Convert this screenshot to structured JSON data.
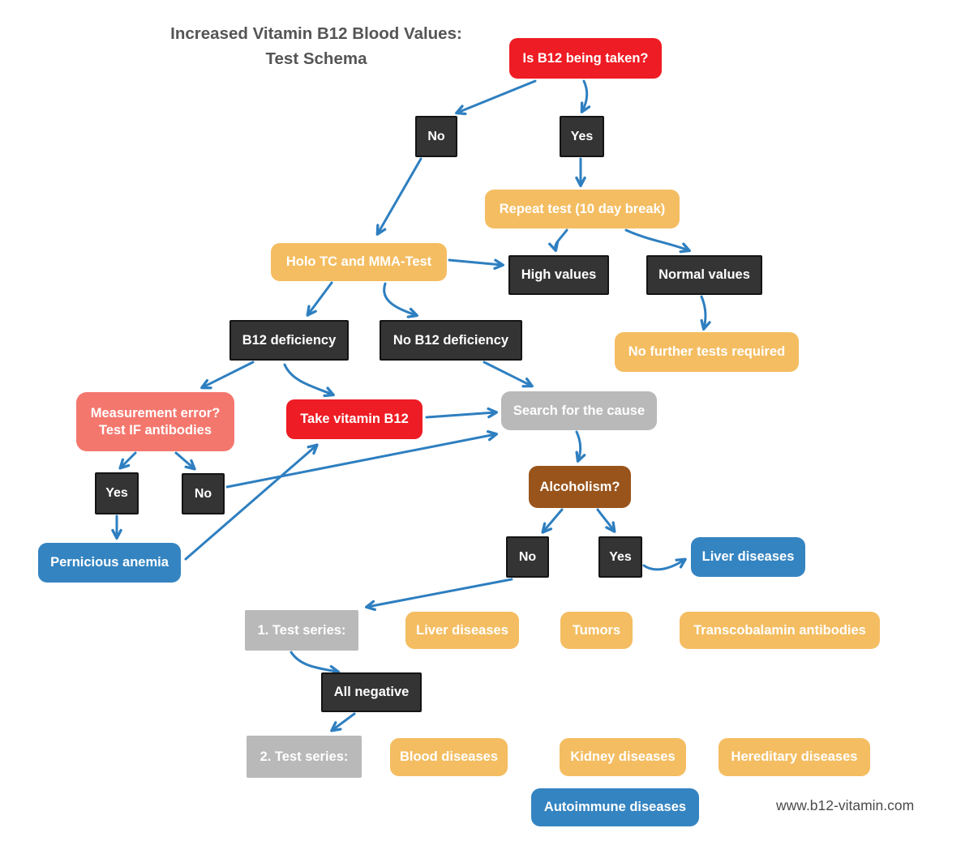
{
  "title": {
    "line1": "Increased Vitamin B12 Blood Values:",
    "line2": "Test Schema"
  },
  "footer": {
    "website": "www.b12-vitamin.com"
  },
  "colors": {
    "question_red": "#ee1c24",
    "action_orange": "#f4bd61",
    "decision_dark": "#343434",
    "neutral_gray": "#b9b9b9",
    "result_blue": "#3484c1",
    "warning_salmon": "#f4776e",
    "alcohol_brown": "#99541b",
    "arrow_blue": "#2e7fc0",
    "title_gray": "#555555",
    "text_white": "#ffffff"
  },
  "nodes": {
    "is_b12_taken": {
      "label": "Is B12 being taken?"
    },
    "no_top": {
      "label": "No"
    },
    "yes_top": {
      "label": "Yes"
    },
    "repeat_test": {
      "label": "Repeat test (10 day break)"
    },
    "holo_tc": {
      "label": "Holo TC and MMA-Test"
    },
    "high_values": {
      "label": "High values"
    },
    "normal_values": {
      "label": "Normal values"
    },
    "no_further_tests": {
      "label": "No further tests required"
    },
    "b12_deficiency": {
      "label": "B12 deficiency"
    },
    "no_b12_deficiency": {
      "label": "No B12 deficiency"
    },
    "measurement_error": {
      "line1": "Measurement error?",
      "line2": "Test IF antibodies"
    },
    "take_vitamin_b12": {
      "label": "Take vitamin B12"
    },
    "search_cause": {
      "label": "Search for the cause"
    },
    "yes_if": {
      "label": "Yes"
    },
    "no_if": {
      "label": "No"
    },
    "pernicious_anemia": {
      "label": "Pernicious anemia"
    },
    "alcoholism": {
      "label": "Alcoholism?"
    },
    "no_alcohol": {
      "label": "No"
    },
    "yes_alcohol": {
      "label": "Yes"
    },
    "liver_diseases_result": {
      "label": "Liver diseases"
    },
    "test_series_1": {
      "label": "1. Test series:"
    },
    "liver_diseases": {
      "label": "Liver diseases"
    },
    "tumors": {
      "label": "Tumors"
    },
    "transcobalamin_antibodies": {
      "label": "Transcobalamin antibodies"
    },
    "all_negative": {
      "label": "All negative"
    },
    "test_series_2": {
      "label": "2. Test series:"
    },
    "blood_diseases": {
      "label": "Blood diseases"
    },
    "kidney_diseases": {
      "label": "Kidney diseases"
    },
    "hereditary_diseases": {
      "label": "Hereditary diseases"
    },
    "autoimmune_diseases": {
      "label": "Autoimmune diseases"
    }
  },
  "edges": [
    {
      "from": "is_b12_taken",
      "to": "no_top"
    },
    {
      "from": "is_b12_taken",
      "to": "yes_top"
    },
    {
      "from": "no_top",
      "to": "holo_tc"
    },
    {
      "from": "yes_top",
      "to": "repeat_test"
    },
    {
      "from": "repeat_test",
      "to": "high_values"
    },
    {
      "from": "repeat_test",
      "to": "normal_values"
    },
    {
      "from": "holo_tc",
      "to": "high_values"
    },
    {
      "from": "holo_tc",
      "to": "b12_deficiency"
    },
    {
      "from": "holo_tc",
      "to": "no_b12_deficiency"
    },
    {
      "from": "normal_values",
      "to": "no_further_tests"
    },
    {
      "from": "b12_deficiency",
      "to": "measurement_error"
    },
    {
      "from": "b12_deficiency",
      "to": "take_vitamin_b12"
    },
    {
      "from": "no_b12_deficiency",
      "to": "search_cause"
    },
    {
      "from": "take_vitamin_b12",
      "to": "search_cause"
    },
    {
      "from": "measurement_error",
      "to": "yes_if"
    },
    {
      "from": "measurement_error",
      "to": "no_if"
    },
    {
      "from": "yes_if",
      "to": "pernicious_anemia"
    },
    {
      "from": "no_if",
      "to": "search_cause"
    },
    {
      "from": "pernicious_anemia",
      "to": "take_vitamin_b12"
    },
    {
      "from": "search_cause",
      "to": "alcoholism"
    },
    {
      "from": "alcoholism",
      "to": "no_alcohol"
    },
    {
      "from": "alcoholism",
      "to": "yes_alcohol"
    },
    {
      "from": "yes_alcohol",
      "to": "liver_diseases_result"
    },
    {
      "from": "no_alcohol",
      "to": "test_series_1"
    },
    {
      "from": "test_series_1",
      "to": "all_negative"
    },
    {
      "from": "all_negative",
      "to": "test_series_2"
    }
  ]
}
